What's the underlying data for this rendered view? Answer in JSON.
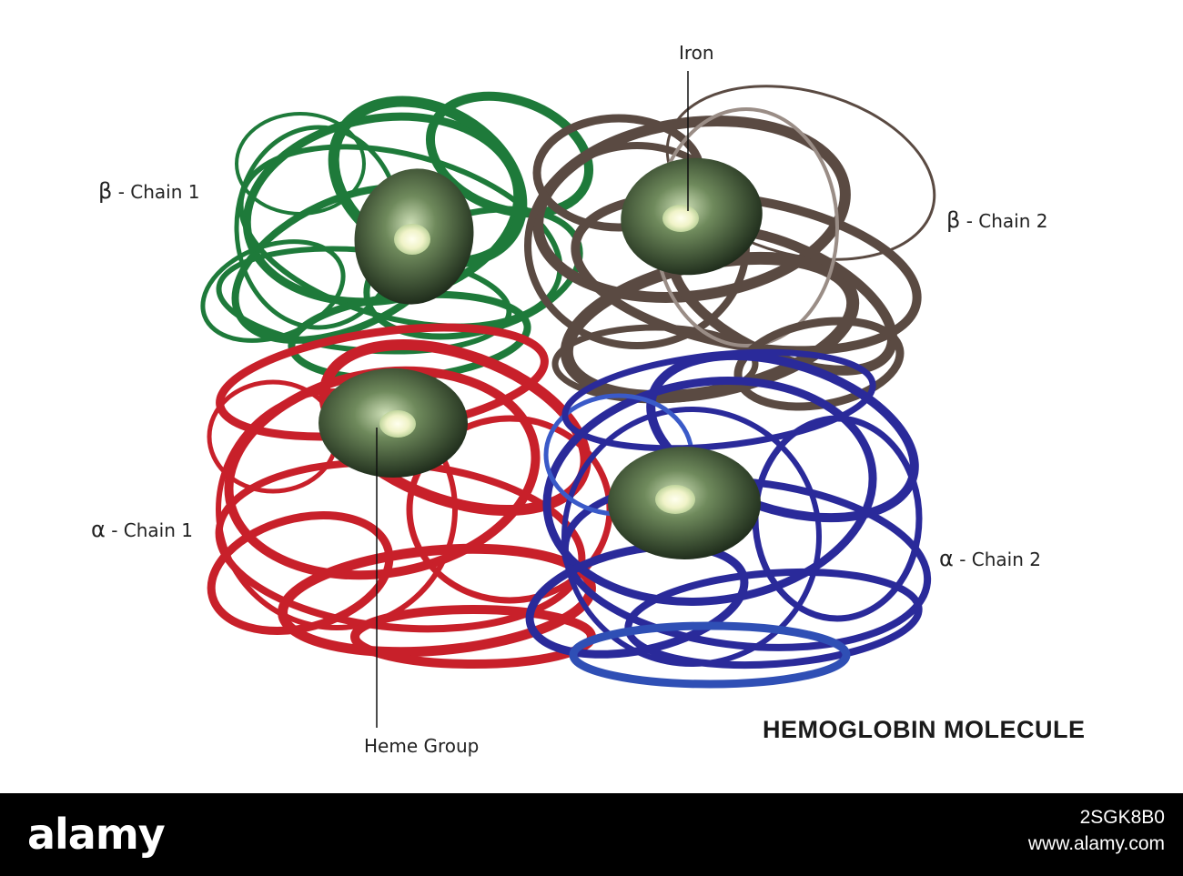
{
  "labels": {
    "beta1_greek": "β",
    "beta1_text": "- Chain 1",
    "beta2_greek": "β",
    "beta2_text": "- Chain 2",
    "alpha1_greek": "α",
    "alpha1_text": "- Chain 1",
    "alpha2_greek": "α",
    "alpha2_text": "- Chain 2",
    "iron": "Iron",
    "heme_group": "Heme Group"
  },
  "title": "HEMOGLOBIN MOLECULE",
  "footer": {
    "wordmark": "alamy",
    "image_id": "2SGK8B0",
    "url": "www.alamy.com"
  },
  "colors": {
    "beta1_chain": "#1e7a3a",
    "beta2_chain": "#5a4a42",
    "alpha1_chain": "#c8202a",
    "alpha2_chain": "#2a2a9a",
    "heme": "#4a5e3e",
    "iron_core": "#f4f6d0"
  }
}
